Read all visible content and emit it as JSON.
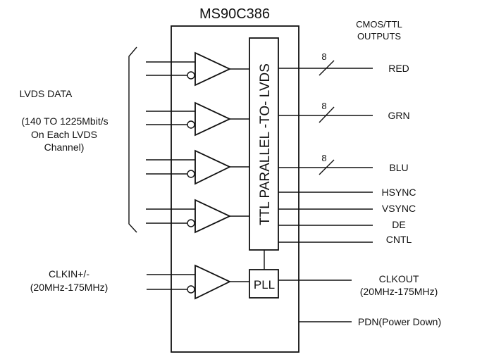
{
  "diagram": {
    "title": "MS90C386",
    "inputs": {
      "lvds_label": "LVDS DATA",
      "lvds_rate_line1": "(140 TO 1225Mbit/s",
      "lvds_rate_line2": "On Each LVDS",
      "lvds_rate_line3": "Channel)",
      "clkin_label": "CLKIN+/-",
      "clkin_range": "(20MHz-175MHz)"
    },
    "blocks": {
      "converter_label": "TTL PARALLEL -TO- LVDS",
      "pll_label": "PLL"
    },
    "outputs_header": {
      "line1": "CMOS/TTL",
      "line2": "OUTPUTS"
    },
    "bus_width": "8",
    "outputs": [
      {
        "name": "RED",
        "bus": true
      },
      {
        "name": "GRN",
        "bus": true
      },
      {
        "name": "BLU",
        "bus": true
      },
      {
        "name": "HSYNC",
        "bus": false
      },
      {
        "name": "VSYNC",
        "bus": false
      },
      {
        "name": "DE",
        "bus": false
      },
      {
        "name": "CNTL",
        "bus": false
      }
    ],
    "clkout": {
      "label": "CLKOUT",
      "range": "(20MHz-175MHz)"
    },
    "pdn": {
      "label": "PDN(Power Down)"
    },
    "lvds_channel_count": 4
  }
}
